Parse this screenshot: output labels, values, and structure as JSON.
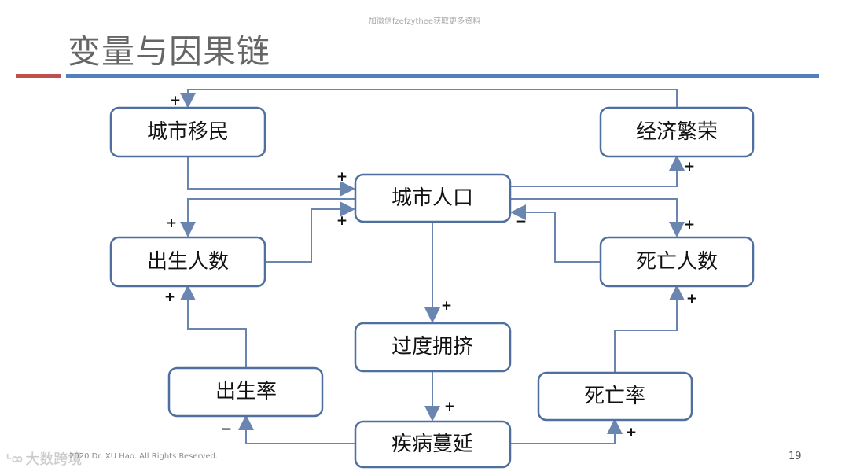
{
  "header": {
    "wechat_note": "加微信fzefzythee获取更多资料",
    "title": "变量与因果链"
  },
  "footer": {
    "copyright": "2020 Dr. XU Hao. All Rights Reserved.",
    "page_number": "19",
    "watermark": "大数跨境"
  },
  "diagram": {
    "nodes": {
      "urban_migration": "城市移民",
      "economic_prosperity": "经济繁荣",
      "urban_population": "城市人口",
      "births": "出生人数",
      "deaths": "死亡人数",
      "overcrowding": "过度拥挤",
      "birth_rate": "出生率",
      "death_rate": "死亡率",
      "disease_spread": "疾病蔓延"
    },
    "edges": [
      {
        "from": "economic_prosperity",
        "to": "urban_migration",
        "sign": "+"
      },
      {
        "from": "urban_migration",
        "to": "urban_population",
        "sign": "+"
      },
      {
        "from": "urban_population",
        "to": "economic_prosperity",
        "sign": "+"
      },
      {
        "from": "urban_population",
        "to": "births",
        "sign": "+"
      },
      {
        "from": "births",
        "to": "urban_population",
        "sign": "+"
      },
      {
        "from": "urban_population",
        "to": "deaths",
        "sign": "+"
      },
      {
        "from": "deaths",
        "to": "urban_population",
        "sign": "−"
      },
      {
        "from": "urban_population",
        "to": "overcrowding",
        "sign": "+"
      },
      {
        "from": "overcrowding",
        "to": "disease_spread",
        "sign": "+"
      },
      {
        "from": "disease_spread",
        "to": "birth_rate",
        "sign": "−"
      },
      {
        "from": "disease_spread",
        "to": "death_rate",
        "sign": "+"
      },
      {
        "from": "birth_rate",
        "to": "births",
        "sign": "+"
      },
      {
        "from": "death_rate",
        "to": "deaths",
        "sign": "+"
      }
    ]
  },
  "colors": {
    "accent_red": "#c0504d",
    "accent_blue": "#4f81bd",
    "node_border": "#4f6f9f",
    "arrow": "#6a86b0"
  }
}
